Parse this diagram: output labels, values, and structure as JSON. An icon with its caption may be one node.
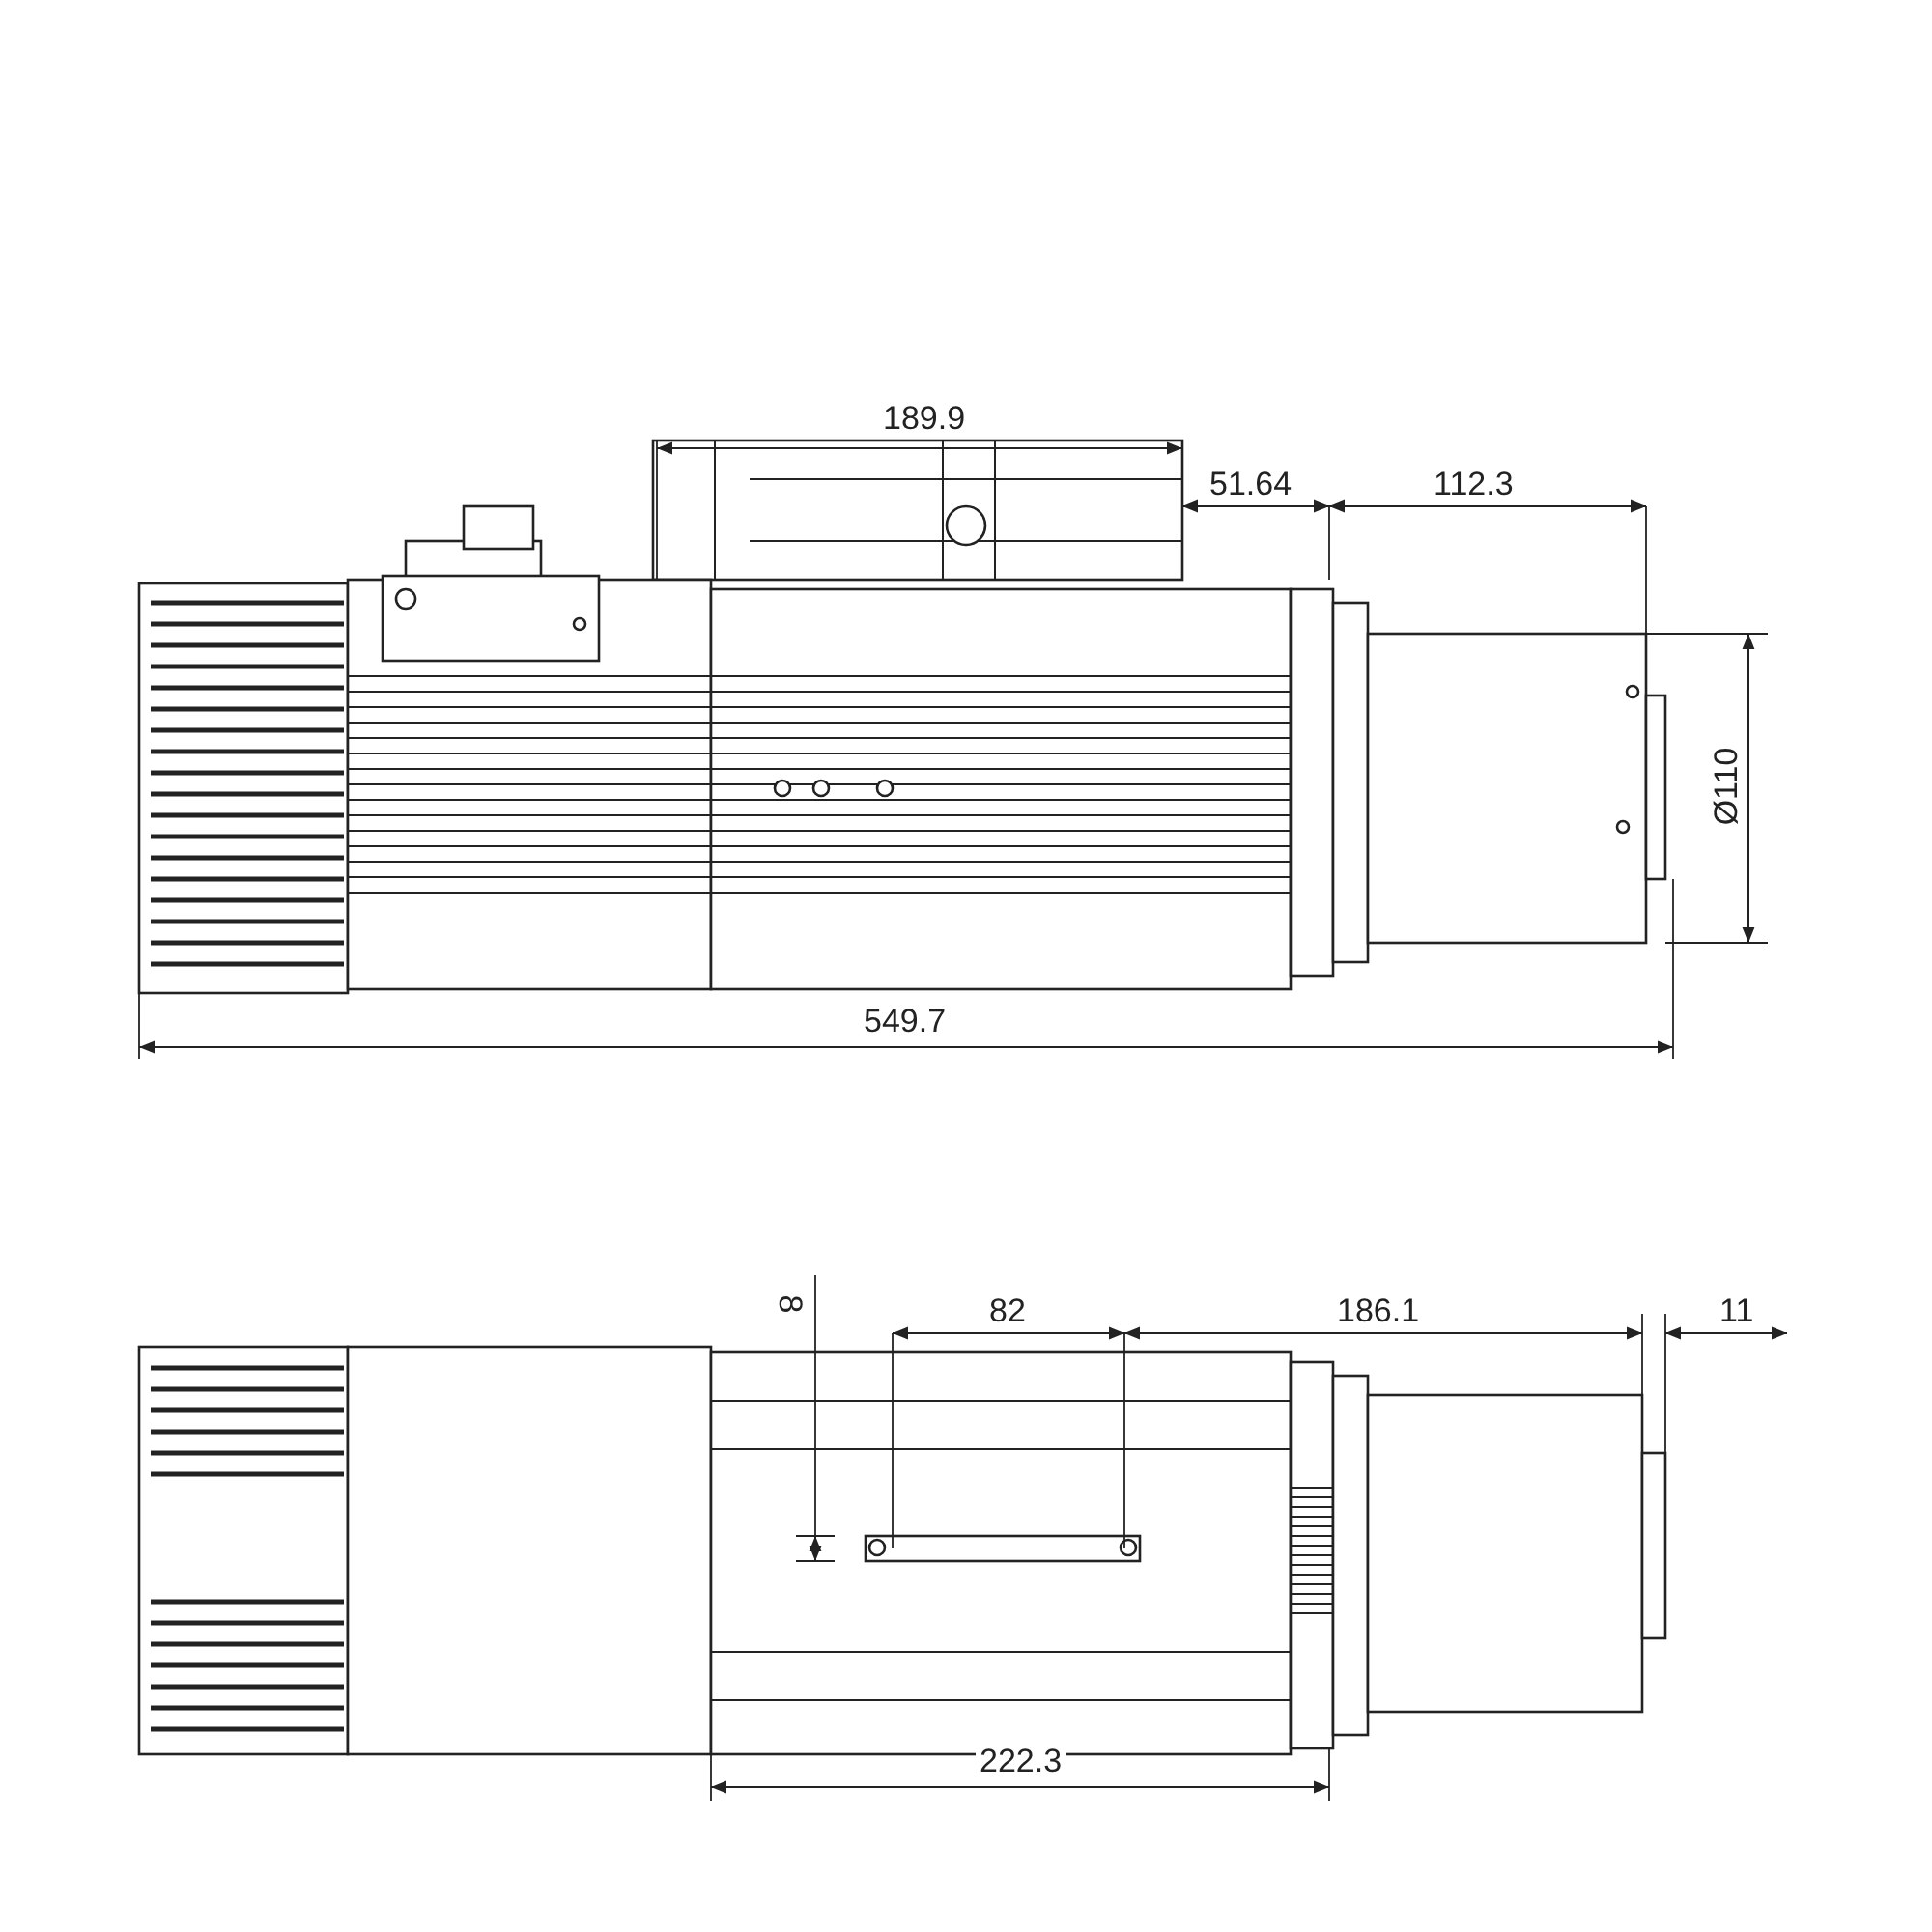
{
  "diagram": {
    "labels": [
      "189.9",
      "51.64",
      "112.3",
      "Ø110",
      "549.7",
      "8",
      "82",
      "186.1",
      "11",
      "222.3"
    ]
  }
}
